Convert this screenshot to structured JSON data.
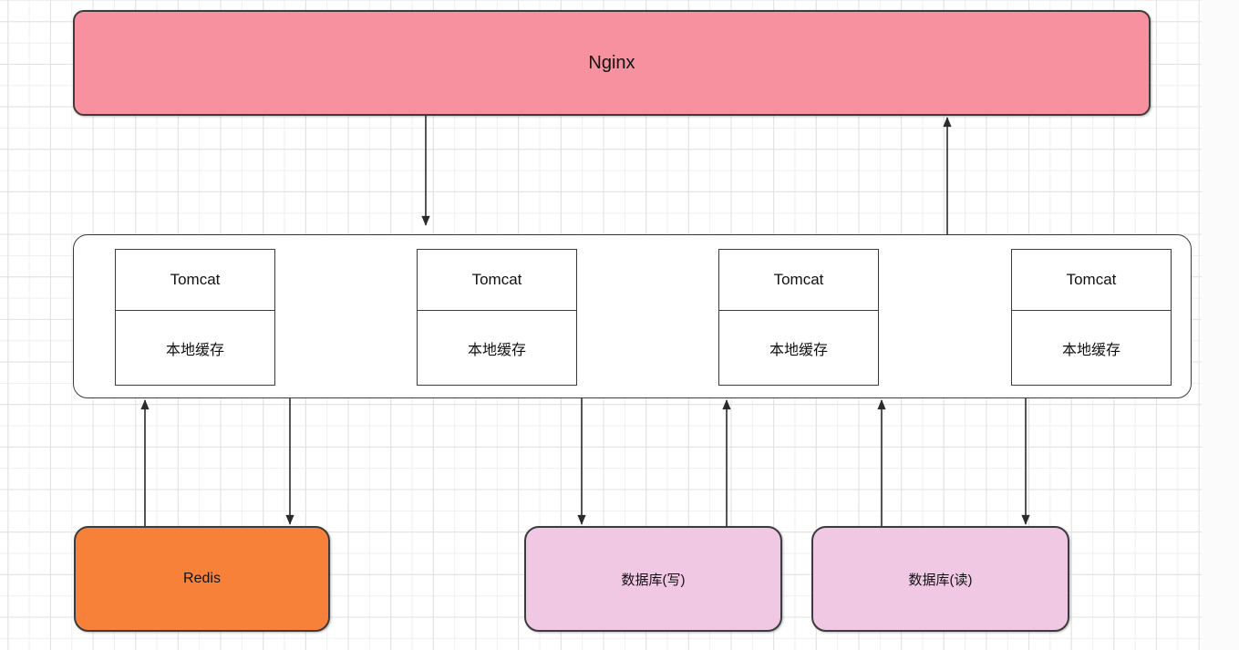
{
  "diagram": {
    "title": "nginx-tomcat-cache-architecture",
    "nodes": {
      "nginx": {
        "label": "Nginx",
        "fill": "#f7909f"
      },
      "redis": {
        "label": "Redis",
        "fill": "#f8813a"
      },
      "db_write": {
        "label": "数据库(写)",
        "fill": "#f0c8e4"
      },
      "db_read": {
        "label": "数据库(读)",
        "fill": "#f0c8e4"
      }
    },
    "tomcats": [
      {
        "label": "Tomcat",
        "cache_label": "本地缓存"
      },
      {
        "label": "Tomcat",
        "cache_label": "本地缓存"
      },
      {
        "label": "Tomcat",
        "cache_label": "本地缓存"
      },
      {
        "label": "Tomcat",
        "cache_label": "本地缓存"
      }
    ],
    "edges": [
      {
        "from": "nginx",
        "to": "app-tier",
        "direction": "down"
      },
      {
        "from": "app-tier",
        "to": "nginx",
        "direction": "up"
      },
      {
        "from": "redis",
        "to": "app-tier",
        "direction": "up"
      },
      {
        "from": "app-tier",
        "to": "redis",
        "direction": "down"
      },
      {
        "from": "app-tier",
        "to": "db_write",
        "direction": "down"
      },
      {
        "from": "db_write",
        "to": "app-tier",
        "direction": "up"
      },
      {
        "from": "db_read",
        "to": "app-tier",
        "direction": "up"
      },
      {
        "from": "app-tier",
        "to": "db_read",
        "direction": "down"
      }
    ],
    "colors": {
      "node_border": "#3c3c3c",
      "arrow": "#2b2b2b",
      "grid_minor": "#efefef",
      "grid_major": "#e1e1e1",
      "canvas_bg": "#ffffff",
      "offcanvas_bg": "#fbfbfb"
    }
  }
}
